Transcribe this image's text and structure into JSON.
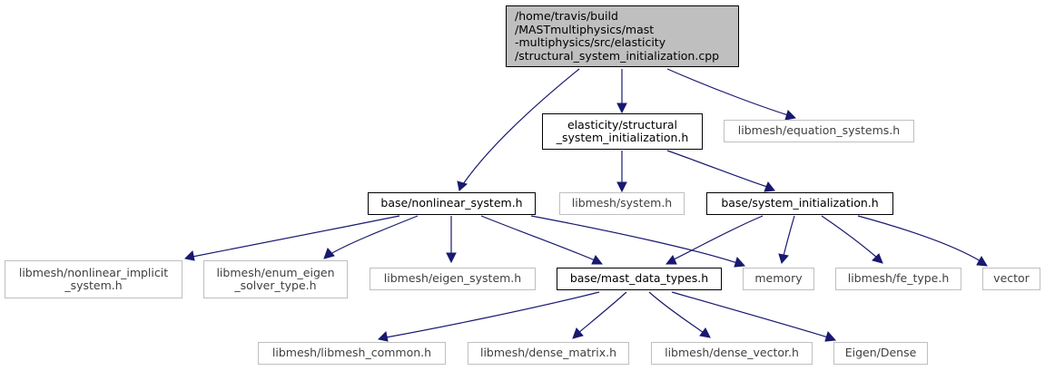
{
  "colors": {
    "edge": "#191970",
    "root_fill": "#bfbfbf",
    "external_border": "#bfbfbf"
  },
  "nodes": {
    "root": "/home/travis/build\n/MASTmultiphysics/mast\n-multiphysics/src/elasticity\n/structural_system_initialization.cpp",
    "elasticity_ssi_h": "elasticity/structural\n_system_initialization.h",
    "equation_systems_h": "libmesh/equation_systems.h",
    "nonlinear_system_h": "base/nonlinear_system.h",
    "system_h": "libmesh/system.h",
    "system_initialization_h": "base/system_initialization.h",
    "nonlinear_implicit_system_h": "libmesh/nonlinear_implicit\n_system.h",
    "enum_eigen_solver_type_h": "libmesh/enum_eigen\n_solver_type.h",
    "eigen_system_h": "libmesh/eigen_system.h",
    "mast_data_types_h": "base/mast_data_types.h",
    "memory": "memory",
    "fe_type_h": "libmesh/fe_type.h",
    "vector": "vector",
    "libmesh_common_h": "libmesh/libmesh_common.h",
    "dense_matrix_h": "libmesh/dense_matrix.h",
    "dense_vector_h": "libmesh/dense_vector.h",
    "eigen_dense": "Eigen/Dense"
  }
}
